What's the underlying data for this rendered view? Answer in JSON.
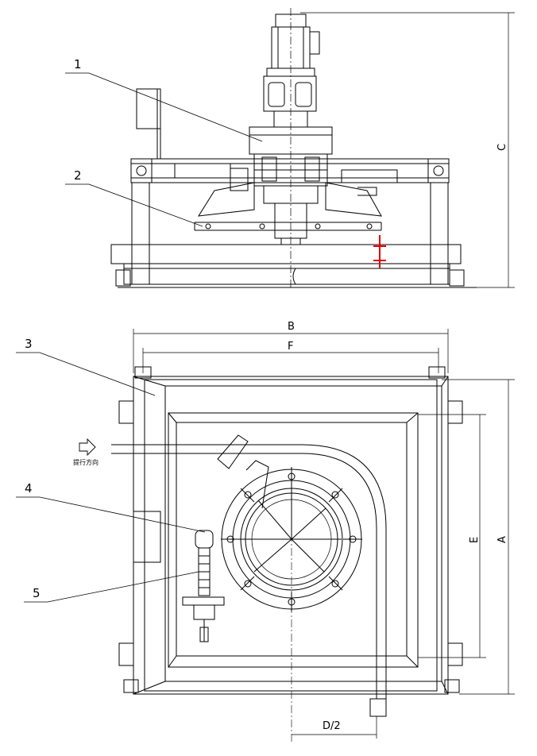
{
  "callouts": [
    {
      "id": "1",
      "label": "1"
    },
    {
      "id": "2",
      "label": "2"
    },
    {
      "id": "3",
      "label": "3"
    },
    {
      "id": "4",
      "label": "4"
    },
    {
      "id": "5",
      "label": "5"
    }
  ],
  "dimensions": {
    "A": "A",
    "B": "B",
    "C": "C",
    "E": "E",
    "F": "F",
    "D_half": "D/2"
  },
  "travel_direction": "提行方向"
}
